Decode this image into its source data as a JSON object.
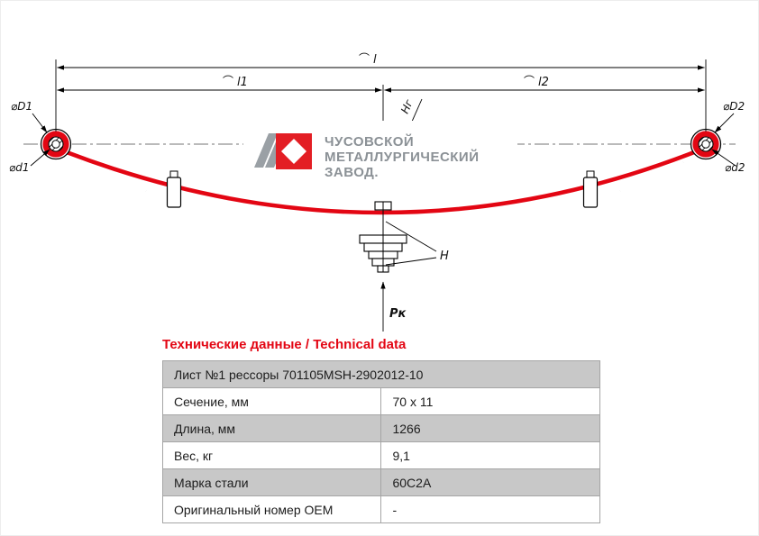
{
  "drawing": {
    "labels": {
      "arc": "⌒",
      "length_total": "l",
      "length_left": "l1",
      "length_right": "l2",
      "dia_outer_left": "⌀D1",
      "dia_inner_left": "⌀d1",
      "dia_outer_right": "⌀D2",
      "dia_inner_right": "⌀d2",
      "height_loaded": "Нг",
      "height_free": "H",
      "load": "Рк"
    },
    "logo": {
      "mark_icon": "chmz-red-square-white-diamond",
      "line1": "ЧУСОВСКОЙ",
      "line2": "МЕТАЛЛУРГИЧЕСКИЙ",
      "line3": "ЗАВОД."
    },
    "colors": {
      "highlight_leaf_red": "#e30613",
      "logo_red": "#e31e24",
      "logo_gray": "#8b9196",
      "table_shaded_row": "#c8c8c8"
    }
  },
  "table": {
    "title": "Технические данные / Technical data",
    "rows": [
      {
        "label": "Лист №1 рессоры 701105MSH-2902012-10",
        "value": ""
      },
      {
        "label": "Сечение, мм",
        "value": "70 x 11"
      },
      {
        "label": "Длина, мм",
        "value": "1266"
      },
      {
        "label": "Вес, кг",
        "value": "9,1"
      },
      {
        "label": "Марка стали",
        "value": "60С2А"
      },
      {
        "label": "Оригинальный номер OEM",
        "value": "-"
      }
    ]
  }
}
